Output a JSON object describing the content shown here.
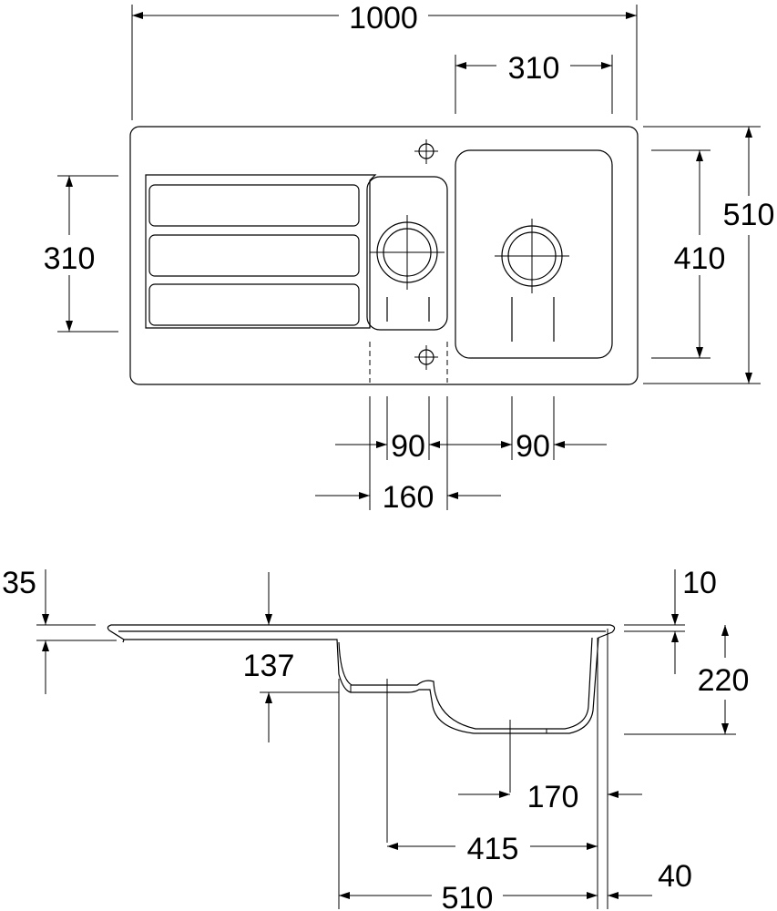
{
  "top_view": {
    "overall_width": "1000",
    "bowl_width": "310",
    "overall_depth": "510",
    "bowl_depth": "410",
    "drainer_depth": "310",
    "small_bowl_waste_offset": "90",
    "main_bowl_waste_offset": "90",
    "small_bowl_width": "160"
  },
  "side_view": {
    "rim_thickness": "35",
    "lip_height": "10",
    "bowl_depth": "220",
    "small_bowl_depth": "137",
    "waste_offset": "170",
    "small_waste_distance": "415",
    "bowl_length": "510",
    "edge_offset": "40"
  }
}
